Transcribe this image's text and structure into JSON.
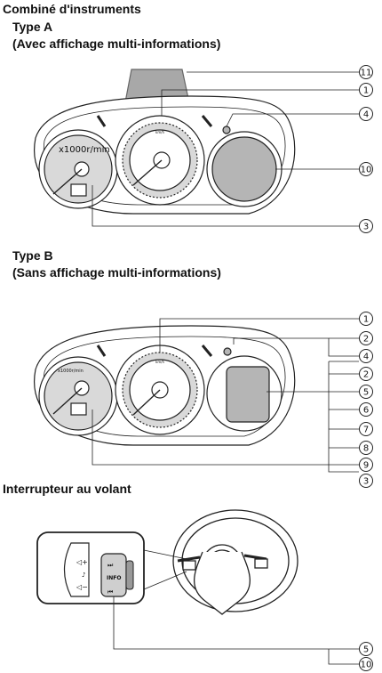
{
  "headings": {
    "section_main": "Combiné d'instruments",
    "type_a_title": "Type A",
    "type_a_sub": "(Avec affichage multi-informations)",
    "type_b_title": "Type B",
    "type_b_sub": "(Sans affichage multi-informations)",
    "section_wheel": "Interrupteur au volant"
  },
  "gauge_labels": {
    "tach_a": "x1000r/min",
    "speedo_a": "km/h",
    "tach_b": "x1000r/min",
    "speedo_b": "km/h",
    "wheel_info": "INFO"
  },
  "callouts_a": [
    "11",
    "1",
    "4",
    "10",
    "3"
  ],
  "callouts_b": [
    "1",
    "2",
    "4",
    "2",
    "5",
    "6",
    "7",
    "8",
    "9",
    "3"
  ],
  "callouts_wheel": [
    "5",
    "10"
  ],
  "colors": {
    "line": "#222222",
    "dial_fill": "#d9d9d9",
    "display_fill": "#b5b5b5",
    "hud_fill": "#a8a8a8"
  }
}
